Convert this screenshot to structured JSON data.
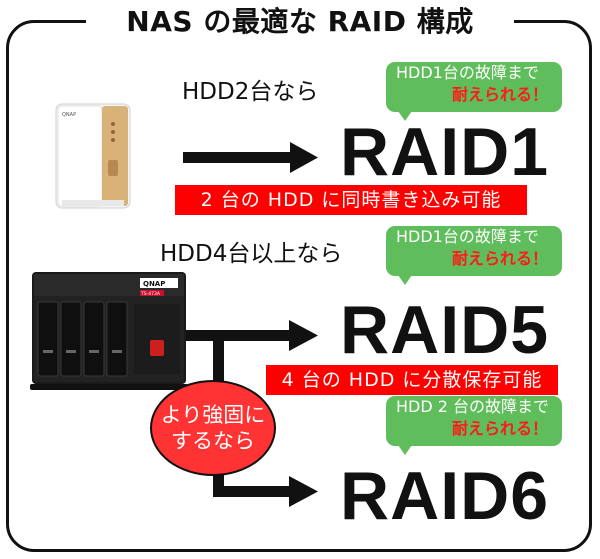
{
  "title": "NAS の最適な RAID 構成",
  "row1": {
    "label": "HDD2台なら",
    "raid": "RAID1",
    "bar": "2 台の HDD に同時書き込み可能",
    "bubble_l1": "HDD1台の故障まで",
    "bubble_l2": "耐えられる！"
  },
  "row2": {
    "label": "HDD4台以上なら",
    "raid": "RAID5",
    "bar": "4 台の HDD に分散保存可能",
    "bubble_l1": "HDD1台の故障まで",
    "bubble_l2": "耐えられる！"
  },
  "row3": {
    "raid": "RAID6",
    "bubble_l1": "HDD 2 台の故障まで",
    "bubble_l2": "耐えられる！"
  },
  "circle_text": "より強固にするなら",
  "nas_small_brand": "QNAP",
  "nas_big_brand": "QNAP",
  "nas_big_model": "TS-473A",
  "colors": {
    "red": "#ff0000",
    "green": "#5fbd5b",
    "accent_gold": "#d9b27a"
  }
}
